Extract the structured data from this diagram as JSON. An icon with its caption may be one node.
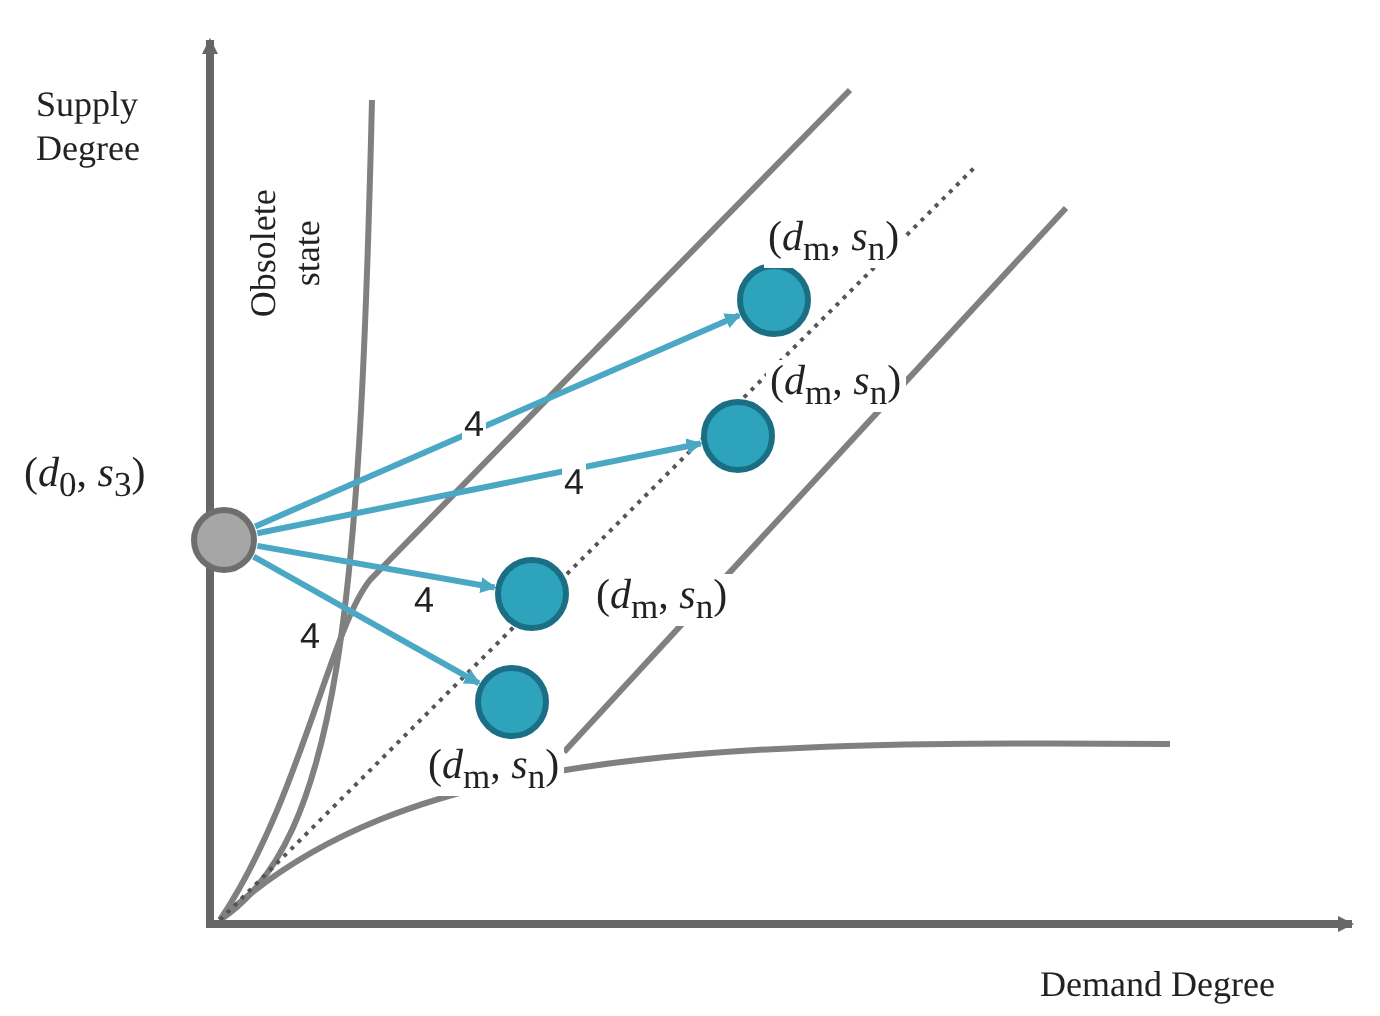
{
  "diagram": {
    "nodes": [
      {
        "text": [],
        "shape": "circle",
        "beside": [
          "(*d*$_{0}$, *s*$_{3}$)"
        ]
      },
      {
        "text": [],
        "shape": "circle",
        "beside": [
          "(*d*$_{m}$, *s*$_{n}$)"
        ]
      },
      {
        "text": [],
        "shape": "circle",
        "beside": [
          "(*d*$_{m}$, *s*$_{n}$)"
        ]
      },
      {
        "text": [],
        "shape": "circle",
        "beside": [
          "(*d*$_{m}$, *s*$_{n}$)"
        ]
      },
      {
        "text": [],
        "shape": "circle",
        "beside": [
          "(*d*$_{m}$, *s*$_{n}$)"
        ]
      }
    ],
    "edges": [
      {
        "from": 0,
        "to": 1,
        "arrow": "to",
        "label": "4"
      },
      {
        "from": 0,
        "to": 2,
        "arrow": "to",
        "label": "4"
      },
      {
        "from": 0,
        "to": 3,
        "arrow": "to",
        "label": "4"
      },
      {
        "from": 0,
        "to": 4,
        "arrow": "to",
        "label": "4"
      }
    ],
    "labels": [
      "Supply Degree",
      "Obsolete state",
      "Demand Degree"
    ]
  }
}
